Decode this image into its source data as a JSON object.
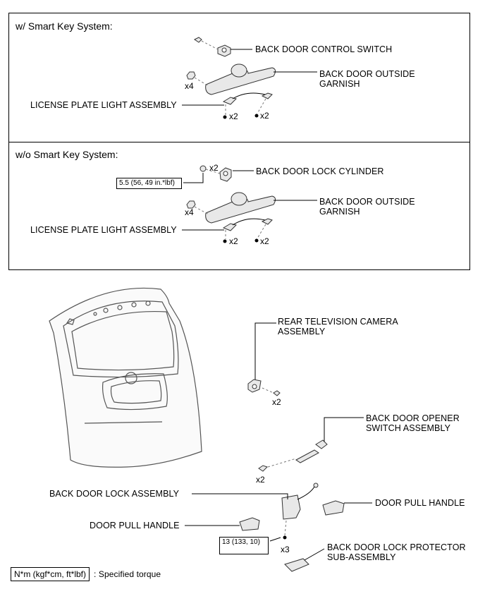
{
  "panel_smart": {
    "header": "w/ Smart Key System:",
    "labels": {
      "control_switch": "BACK DOOR CONTROL SWITCH",
      "garnish_line1": "BACK DOOR OUTSIDE",
      "garnish_line2": "GARNISH",
      "license_light": "LICENSE PLATE LIGHT ASSEMBLY"
    },
    "qty": {
      "clips": "x4",
      "screws_left": "x2",
      "screws_right": "x2"
    }
  },
  "panel_no_smart": {
    "header": "w/o Smart Key System:",
    "labels": {
      "lock_cylinder": "BACK DOOR LOCK CYLINDER",
      "garnish_line1": "BACK DOOR OUTSIDE",
      "garnish_line2": "GARNISH",
      "license_light": "LICENSE PLATE LIGHT ASSEMBLY"
    },
    "qty": {
      "cylinder_bolts": "x2",
      "clips": "x4",
      "screws_left": "x2",
      "screws_right": "x2"
    },
    "torque": "5.5 (56, 49 in.*lbf)"
  },
  "main": {
    "labels": {
      "camera_line1": "REAR TELEVISION CAMERA",
      "camera_line2": "ASSEMBLY",
      "opener_line1": "BACK DOOR OPENER",
      "opener_line2": "SWITCH ASSEMBLY",
      "lock_assembly": "BACK DOOR LOCK ASSEMBLY",
      "pull_handle_right": "DOOR PULL HANDLE",
      "pull_handle_left": "DOOR PULL HANDLE",
      "protector_line1": "BACK DOOR LOCK PROTECTOR",
      "protector_line2": "SUB-ASSEMBLY"
    },
    "qty": {
      "camera_screws": "x2",
      "opener_screws": "x2",
      "lock_bolts": "x3"
    },
    "torque": "13 (133, 10)"
  },
  "legend": {
    "unit": "N*m (kgf*cm, ft*lbf)",
    "desc": ": Specified torque"
  }
}
